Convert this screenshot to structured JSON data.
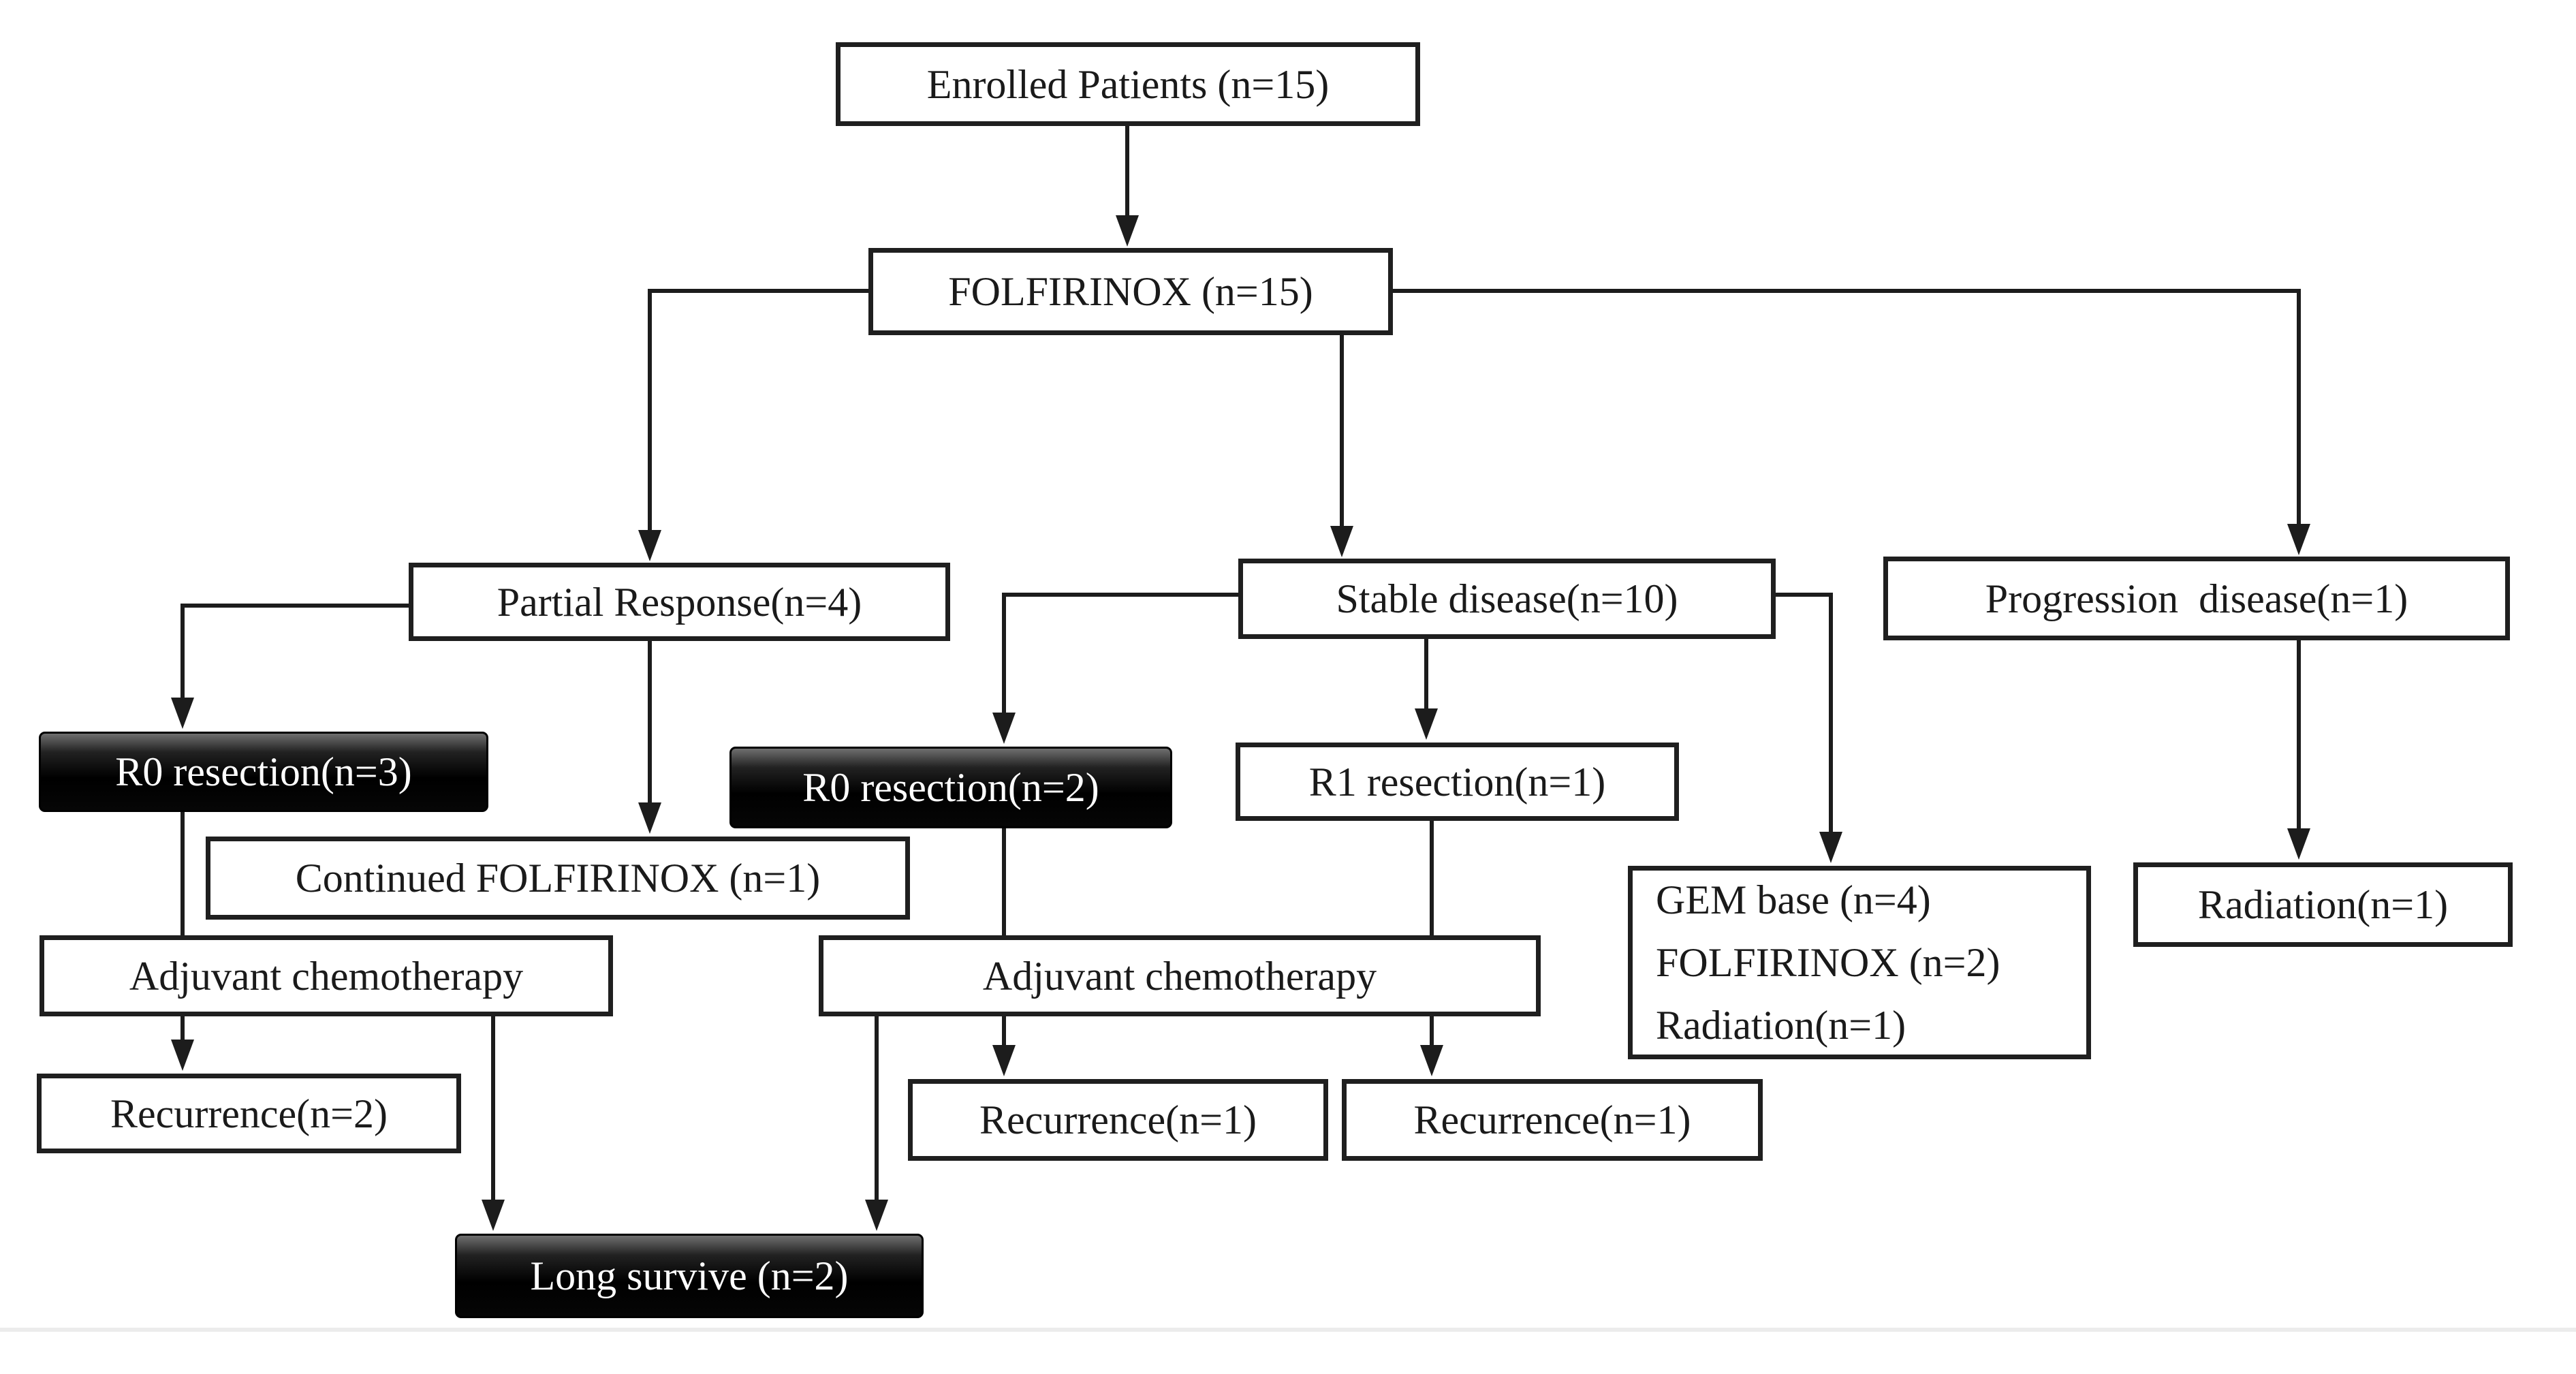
{
  "diagram": {
    "type": "patient-flowchart",
    "nodes": [
      {
        "id": "enrolled",
        "label": "Enrolled Patients (n=15)",
        "variant": "white"
      },
      {
        "id": "folfirinox",
        "label": "FOLFIRINOX (n=15)",
        "variant": "white"
      },
      {
        "id": "partial",
        "label": "Partial Response(n=4)",
        "variant": "white"
      },
      {
        "id": "stable",
        "label": "Stable disease(n=10)",
        "variant": "white"
      },
      {
        "id": "progression",
        "label": "Progression  disease(n=1)",
        "variant": "white"
      },
      {
        "id": "r0-resection-3",
        "label": "R0 resection(n=3)",
        "variant": "black"
      },
      {
        "id": "continued-folfirinox",
        "label": "Continued FOLFIRINOX (n=1)",
        "variant": "white"
      },
      {
        "id": "r0-resection-2",
        "label": "R0 resection(n=2)",
        "variant": "black"
      },
      {
        "id": "r1-resection",
        "label": "R1 resection(n=1)",
        "variant": "white"
      },
      {
        "id": "gem-group",
        "lines": [
          "GEM base (n=4)",
          "FOLFIRINOX (n=2)",
          "Radiation(n=1)"
        ],
        "variant": "white",
        "align": "left"
      },
      {
        "id": "radiation",
        "label": "Radiation(n=1)",
        "variant": "white"
      },
      {
        "id": "adjuvant-left",
        "label": "Adjuvant chemotherapy",
        "variant": "white"
      },
      {
        "id": "adjuvant-right",
        "label": "Adjuvant chemotherapy",
        "variant": "white"
      },
      {
        "id": "recurrence-2",
        "label": "Recurrence(n=2)",
        "variant": "white"
      },
      {
        "id": "recurrence-1a",
        "label": "Recurrence(n=1)",
        "variant": "white"
      },
      {
        "id": "recurrence-1b",
        "label": "Recurrence(n=1)",
        "variant": "white"
      },
      {
        "id": "long-survive",
        "label": "Long survive (n=2)",
        "variant": "black"
      }
    ],
    "edges": [
      {
        "from": "enrolled",
        "to": "folfirinox",
        "arrow": true
      },
      {
        "from": "folfirinox",
        "to": "partial",
        "arrow": true
      },
      {
        "from": "folfirinox",
        "to": "stable",
        "arrow": true
      },
      {
        "from": "folfirinox",
        "to": "progression",
        "arrow": true
      },
      {
        "from": "partial",
        "to": "r0-resection-3",
        "arrow": true
      },
      {
        "from": "partial",
        "to": "continued-folfirinox",
        "arrow": true
      },
      {
        "from": "stable",
        "to": "r0-resection-2",
        "arrow": true
      },
      {
        "from": "stable",
        "to": "r1-resection",
        "arrow": true
      },
      {
        "from": "stable",
        "to": "gem-group",
        "arrow": true
      },
      {
        "from": "progression",
        "to": "radiation",
        "arrow": true
      },
      {
        "from": "r0-resection-3",
        "to": "adjuvant-left",
        "arrow": false
      },
      {
        "from": "adjuvant-left",
        "to": "recurrence-2",
        "arrow": true
      },
      {
        "from": "adjuvant-left",
        "to": "long-survive",
        "arrow": true
      },
      {
        "from": "r0-resection-2",
        "to": "adjuvant-right",
        "arrow": false
      },
      {
        "from": "r1-resection",
        "to": "adjuvant-right",
        "arrow": false
      },
      {
        "from": "adjuvant-right",
        "to": "recurrence-1a",
        "arrow": true
      },
      {
        "from": "adjuvant-right",
        "to": "recurrence-1b",
        "arrow": true
      },
      {
        "from": "adjuvant-right",
        "to": "long-survive",
        "arrow": true
      }
    ],
    "colors": {
      "background": "#ffffff",
      "line": "#1c1c1c",
      "box_border": "#1f1f1f",
      "box_fill": "#ffffff",
      "black_box_fill": "#000000",
      "text": "#1a1a1a",
      "inverse_text": "#ffffff",
      "divider": "#ececec"
    }
  }
}
